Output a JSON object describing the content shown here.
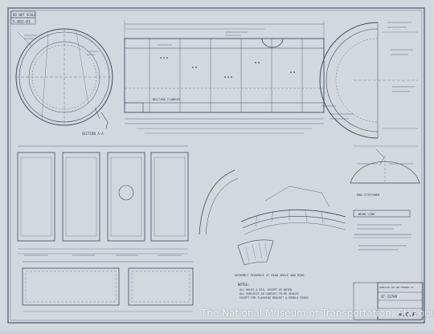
{
  "sheet": {
    "corner_label": "DO NOT SCALE",
    "drawing_number": "S-002-03",
    "maker_logo": "A.C.F.",
    "colors": {
      "paper": "#d3d8de",
      "ink": "#3d4a5c",
      "faint_ink": "#6b7686"
    }
  },
  "labels": {
    "section_aa": "SECTION A-A",
    "bolting_flanges": "BOLTING FLANGES",
    "end_stiffener": "END STIFFENER",
    "bend_line": "BEND LINE",
    "assembly_note": "ASSEMBLY SEQUENCE AT HEAD ANGLE AND RING",
    "notes_title": "NOTES:",
    "note_1": "ALL HOLES & DIA. EXCEPT AS NOTED",
    "note_2": "ALL SURFACES IN CONTACT TO BE SEALED",
    "note_3": "EXCEPT FOR FLASHING BRACKET & MIDDLE RINGS"
  },
  "title_block": {
    "company": "AMERICAN CAR AND FOUNDRY CO.",
    "drawing_no": "ST-23789"
  },
  "watermark": {
    "text": "The National Museum of Transportation, St. Louis, MO"
  }
}
